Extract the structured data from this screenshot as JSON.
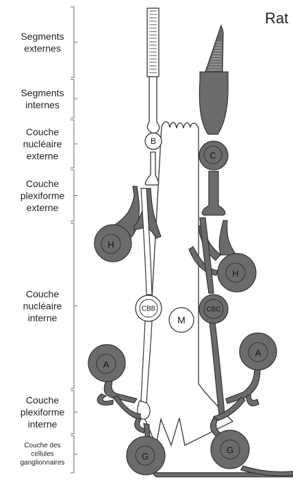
{
  "title": "Rat",
  "layers": [
    {
      "id": "segments-externes",
      "lines": [
        "Segments",
        "externes"
      ]
    },
    {
      "id": "segments-internes",
      "lines": [
        "Segments",
        "internes"
      ]
    },
    {
      "id": "couche-nucleaire-externe",
      "lines": [
        "Couche",
        "nucléaire",
        "externe"
      ]
    },
    {
      "id": "couche-plexiforme-externe",
      "lines": [
        "Couche",
        "plexiforme",
        "externe"
      ]
    },
    {
      "id": "couche-nucleaire-interne",
      "lines": [
        "Couche",
        "nucléaire",
        "interne"
      ]
    },
    {
      "id": "couche-plexiforme-interne",
      "lines": [
        "Couche",
        "plexiforme",
        "interne"
      ]
    },
    {
      "id": "couche-cellules-ganglionnaires",
      "lines": [
        "Couche des",
        "cellules",
        "ganglionnaires"
      ]
    }
  ],
  "cells": {
    "rod_body": "B",
    "cone_body": "C",
    "horizontal_left": "H",
    "horizontal_right": "H",
    "rod_bipolar": "CBB",
    "cone_bipolar": "CBC",
    "muller": "M",
    "amacrine_left": "A",
    "amacrine_right": "A",
    "ganglion_left": "G",
    "ganglion_right": "G"
  },
  "colors": {
    "dark_fill": "#6b6b6b",
    "light_fill": "#ffffff",
    "outline": "#333333",
    "bracket": "#666666"
  }
}
